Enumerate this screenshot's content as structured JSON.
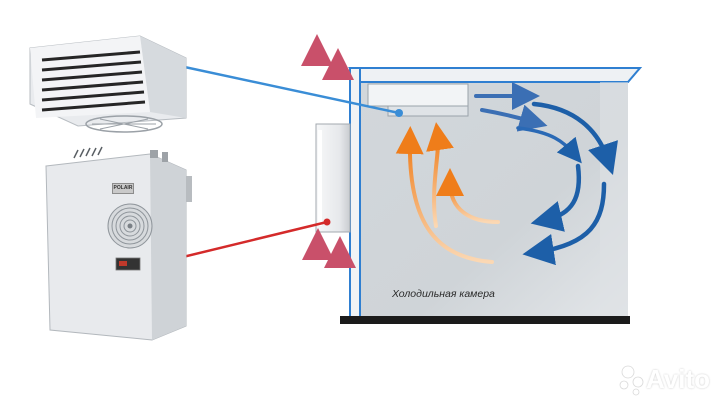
{
  "room": {
    "label": "Холодильная камера"
  },
  "outdoor_unit": {
    "brand": "POLAIR"
  },
  "watermark": {
    "text": "Avito",
    "icon": "avito-dots-icon"
  },
  "colors": {
    "room_wall": "#cbd1d6",
    "wall_edge": "#2f7fd1",
    "warm_air": "#f08a2a",
    "cold_air": "#1f6fc2",
    "hot_exhaust": "#d8758a",
    "suction_line": "#3a8dd6",
    "liquid_line": "#d42a2a",
    "unit_body": "#e9ebee"
  }
}
